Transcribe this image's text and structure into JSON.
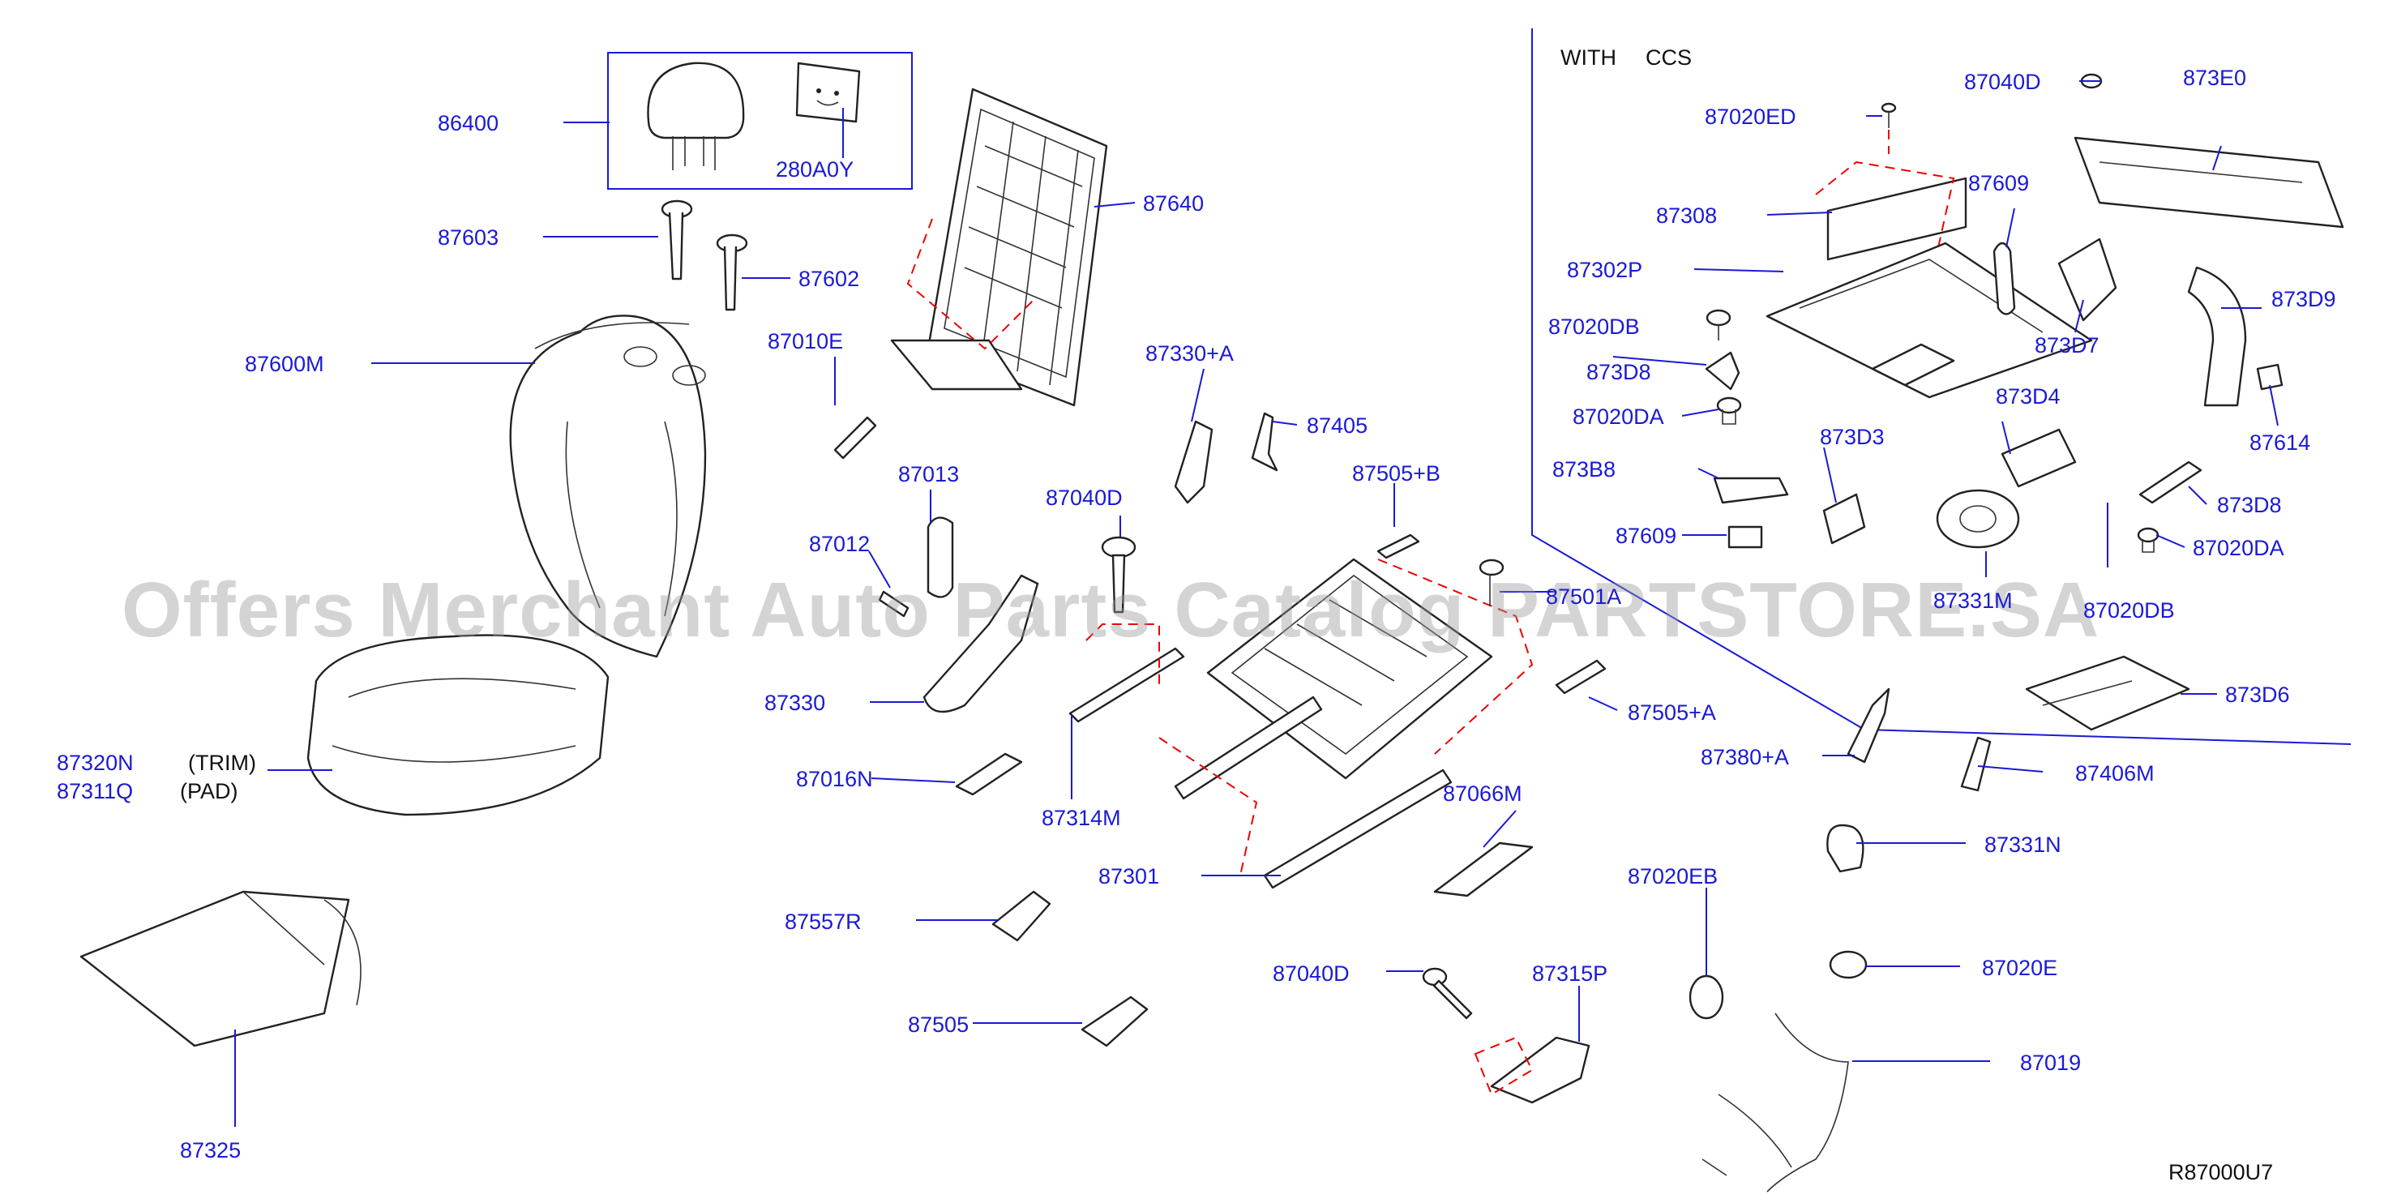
{
  "diagram_code": "R87000U7",
  "section_header": {
    "text1": "WITH",
    "text2": "CCS"
  },
  "watermark": "Offers Merchant Auto Parts Catalog PARTSTORE.SA",
  "callouts": [
    "86400",
    "280A0Y",
    "87603",
    "87602",
    "87600M",
    "87320N",
    "87311Q",
    "87325",
    "87640",
    "87010E",
    "87013",
    "87012",
    "87330",
    "87016N",
    "87040D",
    "87314M",
    "87330+A",
    "87405",
    "87505+B",
    "87501A",
    "87505+A",
    "87301",
    "87557R",
    "87505",
    "87066M",
    "87040D",
    "87315P",
    "87020EB",
    "87020E",
    "87019",
    "87380+A",
    "87406M",
    "87331N",
    "87020ED",
    "87308",
    "87302P",
    "87020DB",
    "873D8",
    "87020DA",
    "873B8",
    "87609",
    "873D3",
    "873D4",
    "87609",
    "873D7",
    "873D9",
    "87614",
    "873D8",
    "87020DA",
    "87040D",
    "873E0",
    "87020DB",
    "873D6",
    "87331M"
  ],
  "notes": {
    "trim": "(TRIM)",
    "pad": "(PAD)"
  },
  "colors": {
    "callout": "#1a1ad6",
    "phantom_line": "#ee0000",
    "linework": "#222222"
  }
}
